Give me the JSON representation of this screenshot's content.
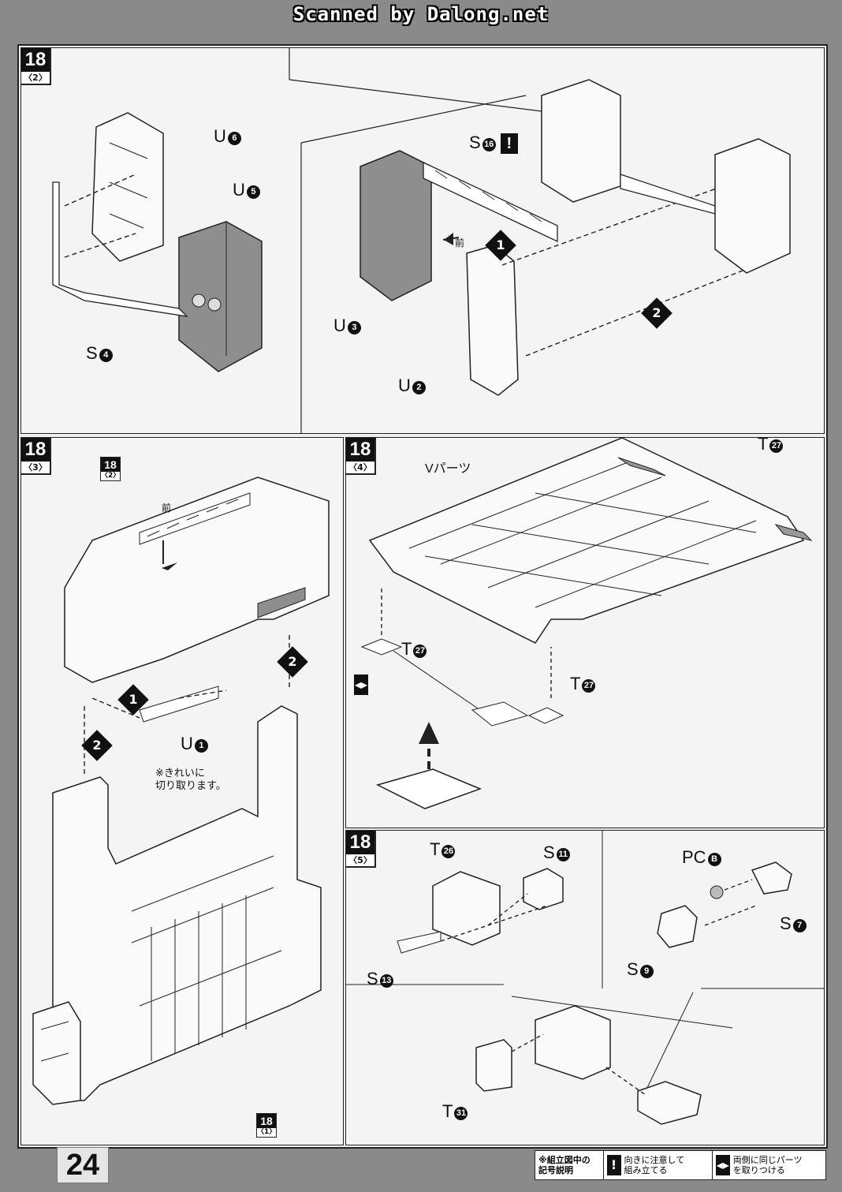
{
  "scan_banner": "Scanned by Dalong.net",
  "page_number": "24",
  "panels": {
    "p18_2": {
      "step": "18",
      "sub": "〈2〉",
      "labels": [
        "U",
        "U",
        "S",
        "U",
        "U",
        "S"
      ],
      "badges": [
        "6",
        "5",
        "4",
        "3",
        "2",
        "16"
      ],
      "front": "前",
      "seq": [
        "1",
        "2"
      ]
    },
    "p18_3": {
      "step": "18",
      "sub": "〈3〉",
      "ref_top": {
        "num": "18",
        "sub": "〈2〉"
      },
      "ref_bottom": {
        "num": "18",
        "sub": "〈1〉"
      },
      "front": "前",
      "part": "U",
      "part_badge": "1",
      "note_line1": "※きれいに",
      "note_line2": "切り取ります。",
      "seq": [
        "1",
        "2",
        "2"
      ]
    },
    "p18_4": {
      "step": "18",
      "sub": "〈4〉",
      "v_parts": "Vパーツ",
      "t_label": "T",
      "t_badge": "27"
    },
    "p18_5": {
      "step": "18",
      "sub": "〈5〉",
      "labels": [
        {
          "p": "T",
          "b": "26"
        },
        {
          "p": "S",
          "b": "11"
        },
        {
          "p": "PC",
          "b": "B"
        },
        {
          "p": "S",
          "b": "7"
        },
        {
          "p": "S",
          "b": "13"
        },
        {
          "p": "S",
          "b": "9"
        },
        {
          "p": "T",
          "b": "31"
        }
      ]
    }
  },
  "legend": {
    "caption_line1": "※組立図中の",
    "caption_line2": "記号説明",
    "caution_symbol": "!",
    "caution_line1": "向きに注意して",
    "caution_line2": "組み立てる",
    "both_symbol": "◂▸",
    "both_line1": "両側に同じパーツ",
    "both_line2": "を取りつける"
  }
}
